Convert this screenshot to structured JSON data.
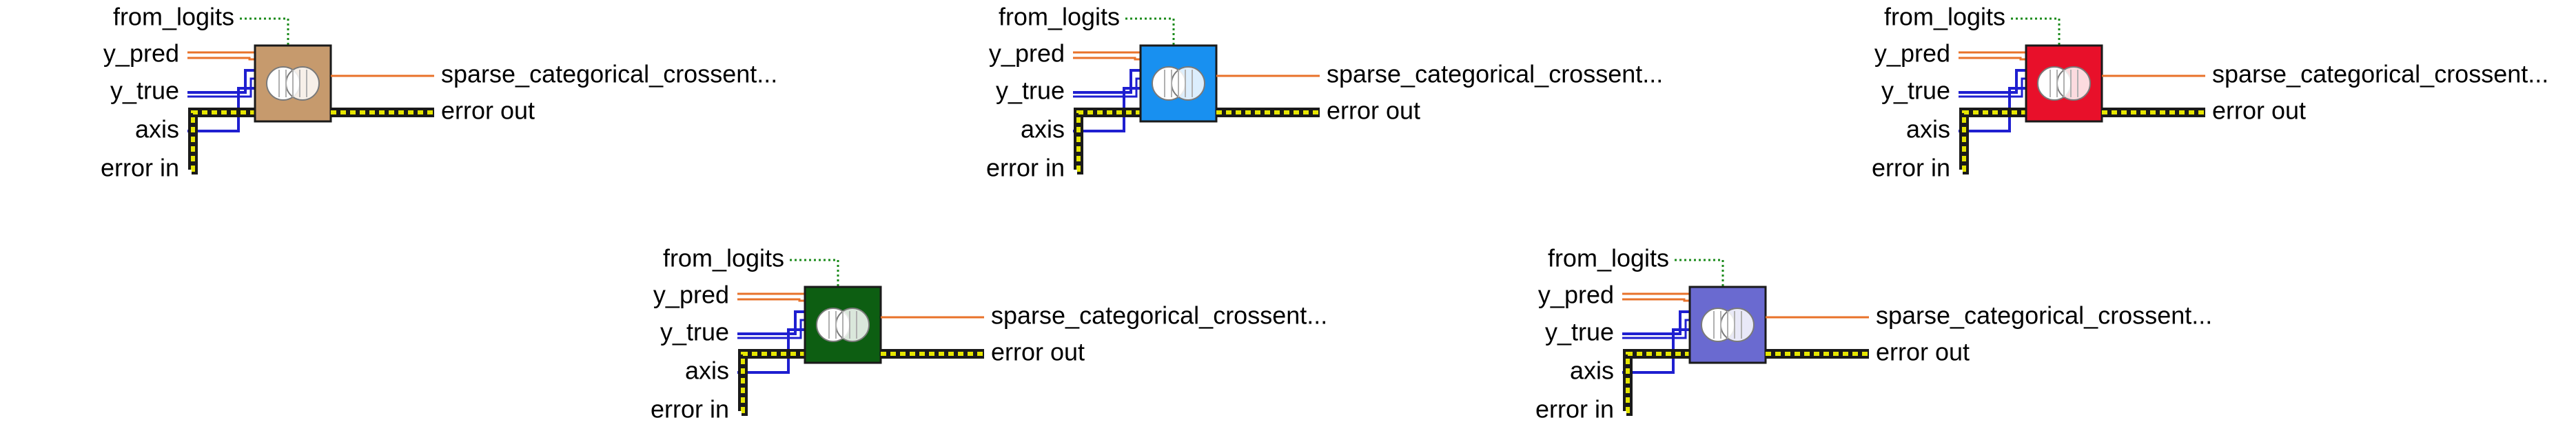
{
  "colors": {
    "orange_wire": "#e8722a",
    "blue_wire": "#1f1fd0",
    "green_dotted_wire": "#1a8a1a",
    "error_wire_yellow": "#e6e600",
    "error_wire_black": "#1a1a1a"
  },
  "nodes": [
    {
      "color": "#c69a6d",
      "icon": "venn-circles-icon",
      "inputs": {
        "from_logits": "from_logits",
        "y_pred": "y_pred",
        "y_true": "y_true",
        "axis": "axis",
        "error_in": "error in"
      },
      "outputs": {
        "result": "sparse_categorical_crossent...",
        "error_out": "error out"
      }
    },
    {
      "color": "#1890f0",
      "icon": "venn-circles-icon",
      "inputs": {
        "from_logits": "from_logits",
        "y_pred": "y_pred",
        "y_true": "y_true",
        "axis": "axis",
        "error_in": "error in"
      },
      "outputs": {
        "result": "sparse_categorical_crossent...",
        "error_out": "error out"
      }
    },
    {
      "color": "#e8102a",
      "icon": "venn-circles-icon",
      "inputs": {
        "from_logits": "from_logits",
        "y_pred": "y_pred",
        "y_true": "y_true",
        "axis": "axis",
        "error_in": "error in"
      },
      "outputs": {
        "result": "sparse_categorical_crossent...",
        "error_out": "error out"
      }
    },
    {
      "color": "#0d5e12",
      "icon": "venn-circles-icon",
      "inputs": {
        "from_logits": "from_logits",
        "y_pred": "y_pred",
        "y_true": "y_true",
        "axis": "axis",
        "error_in": "error in"
      },
      "outputs": {
        "result": "sparse_categorical_crossent...",
        "error_out": "error out"
      }
    },
    {
      "color": "#6a6ad0",
      "icon": "venn-circles-icon",
      "inputs": {
        "from_logits": "from_logits",
        "y_pred": "y_pred",
        "y_true": "y_true",
        "axis": "axis",
        "error_in": "error in"
      },
      "outputs": {
        "result": "sparse_categorical_crossent...",
        "error_out": "error out"
      }
    }
  ]
}
